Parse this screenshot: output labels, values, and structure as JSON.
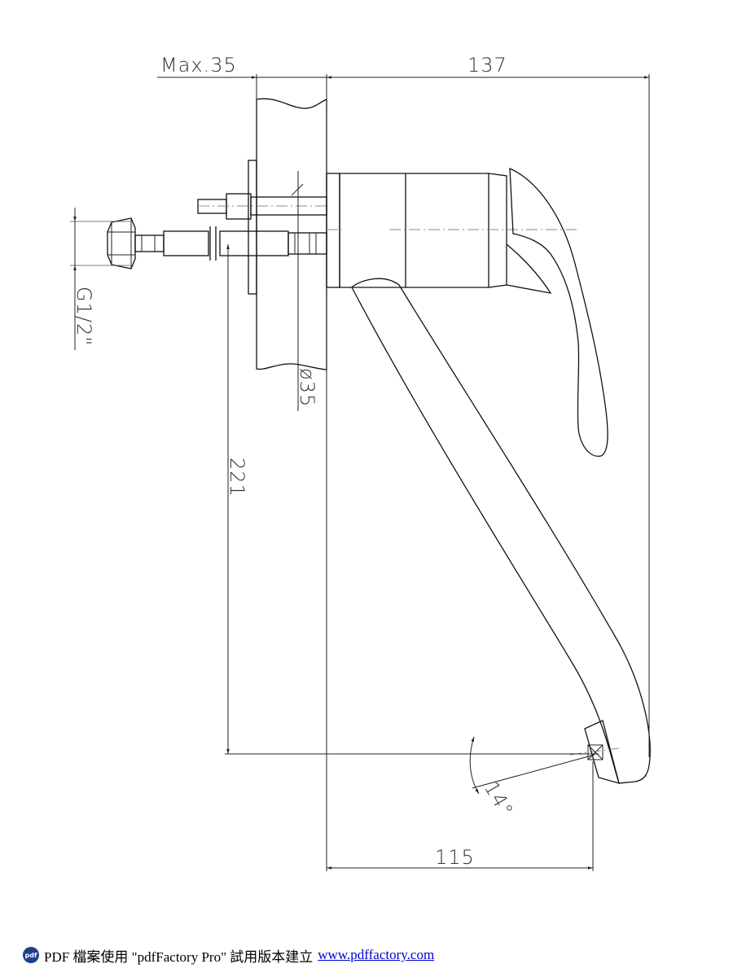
{
  "dimensions": {
    "max_depth": "Max.35",
    "length_top": "137",
    "thread": "G1/2\"",
    "diameter": "ø35",
    "height": "221",
    "angle": "14°",
    "spout_reach": "115"
  },
  "footer": {
    "logo_text": "pdf",
    "text": "PDF 檔案使用 \"pdfFactory Pro\" 試用版本建立",
    "link": "www.pdffactory.com"
  },
  "colors": {
    "line": "#111111",
    "link": "#0000cc",
    "logo": "#1c3f8f"
  }
}
